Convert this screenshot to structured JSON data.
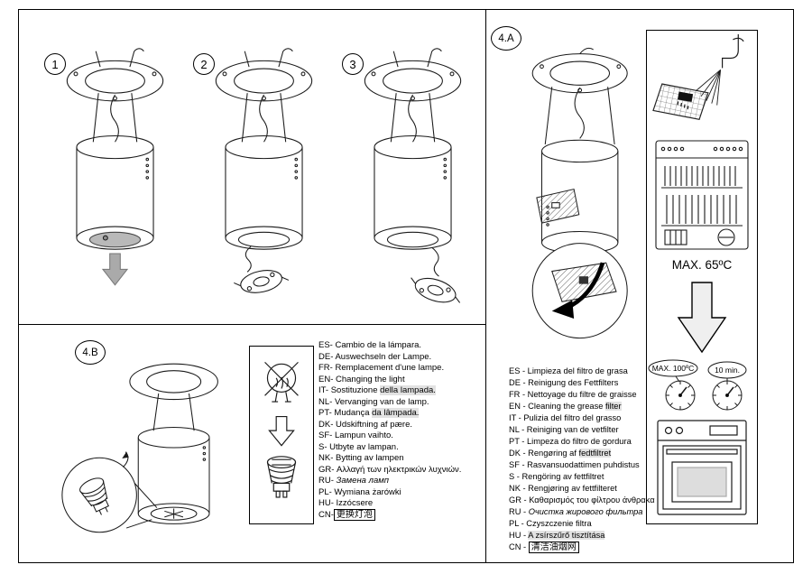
{
  "badges": {
    "step1": "1",
    "step2": "2",
    "step3": "3",
    "step4a": "4.A",
    "step4b": "4.B"
  },
  "figures": {
    "step1": "hood-remove-lamp-cover",
    "step2": "hood-lower-lamp-plate",
    "step3": "hood-disconnect-lamp-ring",
    "step4b": "hood-lamp-detail-zoom",
    "lamp_box": "halogen-bulb-crossed-arrow-gu10-bulb",
    "step4a": "hood-grease-filter-removal",
    "panel": [
      "wash-filter-under-tap",
      "dishwasher",
      "down-arrow",
      "temperature-dial",
      "timer-dial",
      "oven"
    ]
  },
  "lamp_replacement": {
    "items": [
      "ES- Cambio de la lámpara.",
      "DE- Auswechseln der Lampe.",
      "FR- Remplacement d'une lampe.",
      "EN- Changing the light",
      {
        "pre": "IT- Sostituzione ",
        "hl": "della lampada."
      },
      "NL- Vervanging van de lamp.",
      {
        "pre": "PT- Mudança ",
        "hl": "da lâmpada."
      },
      "DK- Udskiftning af pære.",
      "SF- Lampun vaihto.",
      "S- Utbyte av lampan.",
      "NK- Bytting av lampen",
      "GR- Αλλαγή των ηλεκτρικών λυχνιών.",
      {
        "pre": "RU- ",
        "italic_text": "Замена ламп"
      },
      "PL- Wymiana żarówki",
      "HU- Izzócsere",
      {
        "pre": "CN-",
        "boxed": "更换灯泡"
      }
    ]
  },
  "grease_filter_cleaning": {
    "items": [
      "ES - Limpieza del filtro de grasa",
      "DE - Reinigung des Fettfilters",
      "FR - Nettoyage du filtre de graisse",
      {
        "pre": "EN - Cleaning the grease ",
        "hl": "filter"
      },
      "IT - Pulizia del filtro del grasso",
      "NL - Reiniging van de vetfilter",
      "PT - Limpeza do filtro de gordura",
      {
        "pre": "DK - Rengøring af ",
        "hl": "fedtfiltret"
      },
      "SF - Rasvansuodattimen puhdistus",
      "S - Rengöring av fettfiltret",
      "NK - Rengjøring av fettfilteret",
      "GR - Καθαρισμός του φίλτρου άνθρακα",
      {
        "pre": "RU - ",
        "italic_text": "Очистка жирового фильтра"
      },
      "PL - Czyszczenie filtra",
      {
        "pre": "HU - ",
        "hl": "A zsírszűrő tisztítása"
      },
      {
        "pre": "CN - ",
        "boxed": "清洁油烟网"
      }
    ]
  },
  "wash_panel": {
    "dishwasher_max_temp": "MAX. 65ºC",
    "hand_wash_temp": "MAX. 100ºC",
    "soak_time": "10 min."
  }
}
